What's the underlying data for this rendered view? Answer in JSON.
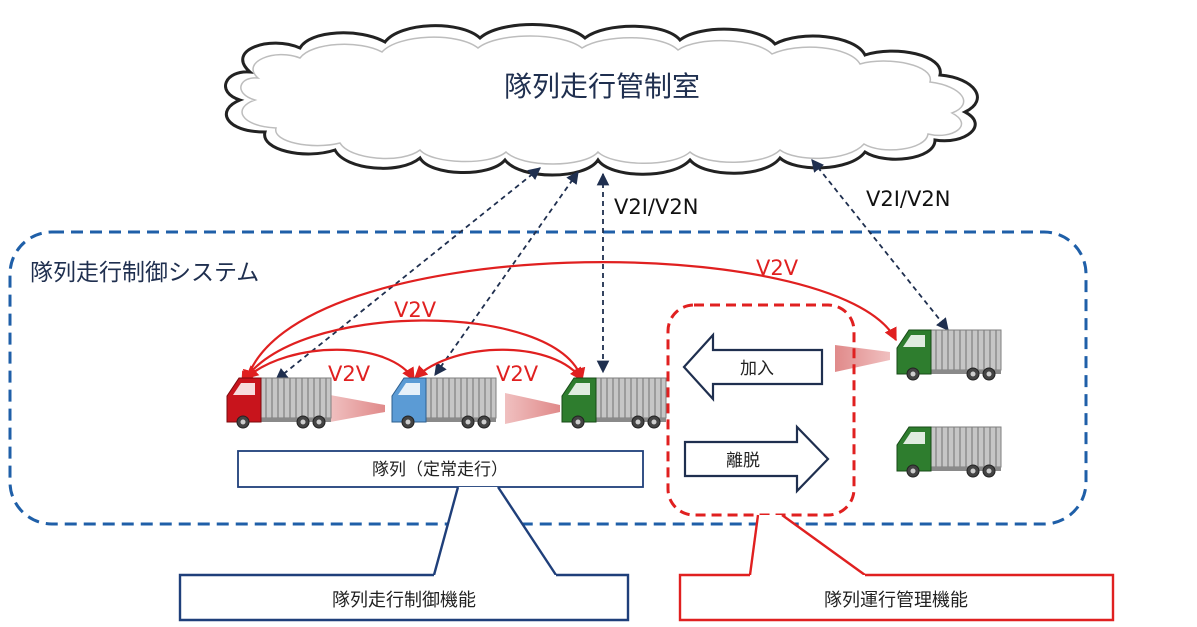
{
  "cloud": {
    "title": "隊列走行管制室"
  },
  "links": {
    "v2i_left": "V2I/V2N",
    "v2i_right": "V2I/V2N",
    "v2v_top": "V2V",
    "v2v_mid": "V2V",
    "v2v_a": "V2V",
    "v2v_b": "V2V"
  },
  "system": {
    "title": "隊列走行制御システム"
  },
  "platoon_bar": {
    "label": "隊列（定常走行）"
  },
  "operations": {
    "join_label": "加入",
    "leave_label": "離脱"
  },
  "functions": {
    "control": "隊列走行制御機能",
    "management": "隊列運行管理機能"
  },
  "colors": {
    "navy": "#1f3f7a",
    "dashed_blue": "#1f5fa8",
    "red": "#e02020",
    "truck_red": "#c8141c",
    "truck_blue": "#5b9bd5",
    "truck_green": "#2e7d2e",
    "cargo_gray": "#bfbfbf",
    "beam_pink": "#e8a0a0"
  }
}
